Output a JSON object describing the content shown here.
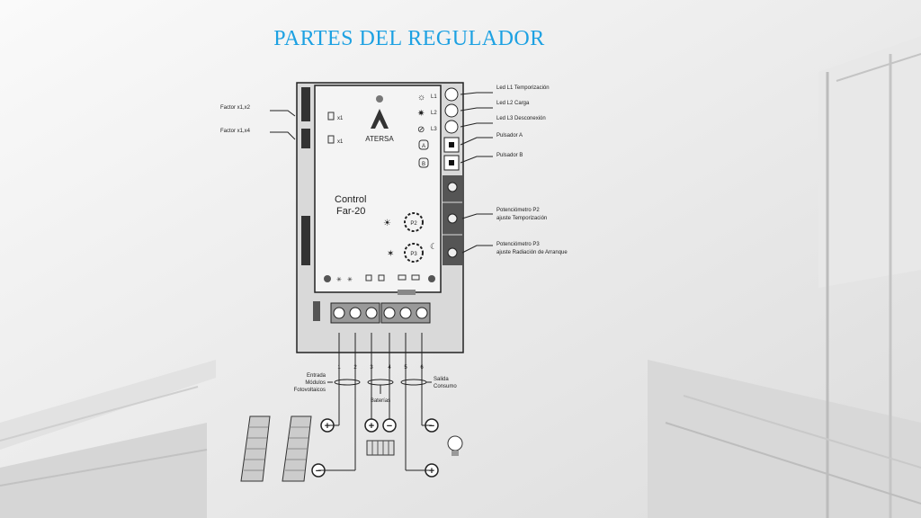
{
  "title": "PARTES DEL REGULADOR",
  "brand": "ATERSA",
  "model_line1": "Control",
  "model_line2": "Far-20",
  "terminal_numbers": [
    "1",
    "2",
    "3",
    "4",
    "5",
    "6"
  ],
  "labels": {
    "factor_x2": "Factor x1,x2",
    "factor_x4": "Factor x1,x4",
    "led1": "Led  L1  Temporización",
    "led2": "Led  L2  Carga",
    "led3": "Led  L3  Desconexión",
    "pulsador_a": "Pulsador A",
    "pulsador_b": "Pulsador B",
    "pot_p2_line1": "Potenciómetro P2",
    "pot_p2_line2": "ajuste Temporización",
    "pot_p3_line1": "Potenciómetro P3",
    "pot_p3_line2": "ajuste Radiación de Arranque",
    "entrada_line1": "Entrada",
    "entrada_line2": "Módulos",
    "entrada_line3": "Fotovoltaicos",
    "baterias": "Baterías",
    "salida_line1": "Salida",
    "salida_line2": "Consumo"
  },
  "small_marks": {
    "led_tags": [
      "L1",
      "L2",
      "L3"
    ],
    "button_tags": [
      "A",
      "B"
    ],
    "pot_p2": "P2",
    "pot_p3": "P3",
    "factor_tag": "x1"
  },
  "colors": {
    "title": "#1da1e2",
    "line": "#222222"
  }
}
